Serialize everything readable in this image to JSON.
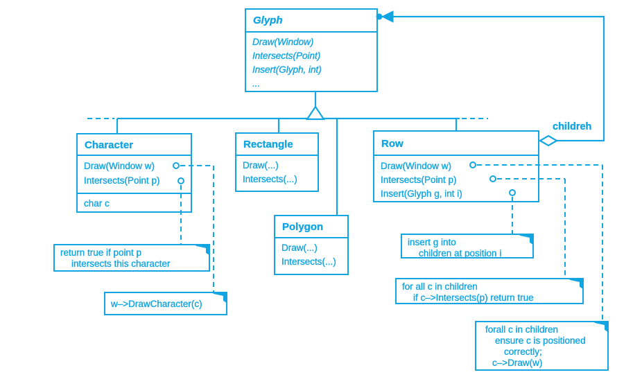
{
  "colors": {
    "ink": "#12a5e2",
    "background": "#ffffff"
  },
  "classes": {
    "glyph": {
      "name": "Glyph",
      "methods": [
        "Draw(Window)",
        "Intersects(Point)",
        "Insert(Glyph, int)",
        "..."
      ]
    },
    "character": {
      "name": "Character",
      "methods": [
        "Draw(Window w)",
        "Intersects(Point p)"
      ],
      "attributes": [
        "char c"
      ]
    },
    "rectangle": {
      "name": "Rectangle",
      "methods": [
        "Draw(...)",
        "Intersects(...)"
      ]
    },
    "row": {
      "name": "Row",
      "methods": [
        "Draw(Window w)",
        "Intersects(Point p)",
        "Insert(Glyph g, int i)"
      ]
    },
    "polygon": {
      "name": "Polygon",
      "methods": [
        "Draw(...)",
        "Intersects(...)"
      ]
    }
  },
  "association": {
    "label": "childreh"
  },
  "notes": {
    "intersects_character": {
      "lines": [
        "return true if point p",
        "intersects this character"
      ]
    },
    "draw_character": {
      "lines": [
        "w–>DrawCharacter(c)"
      ]
    },
    "insert_g": {
      "lines": [
        "insert g into",
        "children at position i"
      ]
    },
    "intersects_children": {
      "lines": [
        "for all c in children",
        "if c–>Intersects(p) return true"
      ]
    },
    "draw_children": {
      "lines": [
        "forall c in children",
        "ensure c is positioned",
        "correctly;",
        "c–>Draw(w)"
      ]
    }
  }
}
